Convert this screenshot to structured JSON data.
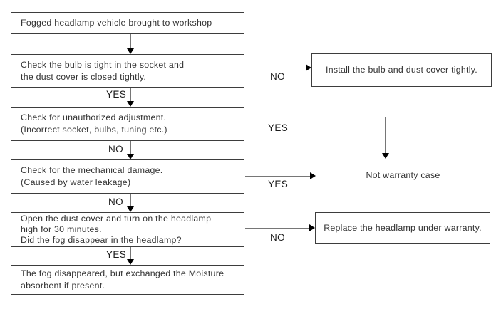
{
  "diagram": {
    "type": "flowchart",
    "nodes": {
      "start": {
        "line1": "Fogged headlamp vehicle brought to workshop"
      },
      "check_bulb": {
        "line1": "Check the bulb is tight in the socket and",
        "line2": "the dust cover is closed tightly."
      },
      "check_adjustment": {
        "line1": "Check for unauthorized adjustment.",
        "line2": "(Incorrect socket, bulbs, tuning etc.)"
      },
      "check_damage": {
        "line1": "Check for the mechanical damage.",
        "line2": "(Caused by water leakage)"
      },
      "open_dust_cover": {
        "line1": "Open the dust cover and turn on the headlamp",
        "line2": "high for 30 minutes.",
        "line3": "Did the fog disappear in the headlamp?"
      },
      "fog_disappeared": {
        "line1": "The fog disappeared, but exchanged the Moisture",
        "line2": "absorbent if present."
      },
      "install_bulb": {
        "line1": "Install the bulb and dust cover tightly."
      },
      "not_warranty": {
        "line1": "Not warranty case"
      },
      "replace_headlamp": {
        "line1": "Replace the headlamp under warranty."
      }
    },
    "edge_labels": {
      "yes": "YES",
      "no": "NO"
    },
    "colors": {
      "background": "#ffffff",
      "box_border": "#3d3d3d",
      "box_fill": "#ffffff",
      "connector_line": "#767676",
      "arrowhead": "#000000",
      "text": "#333333",
      "label_text": "#1c1c1c"
    }
  }
}
